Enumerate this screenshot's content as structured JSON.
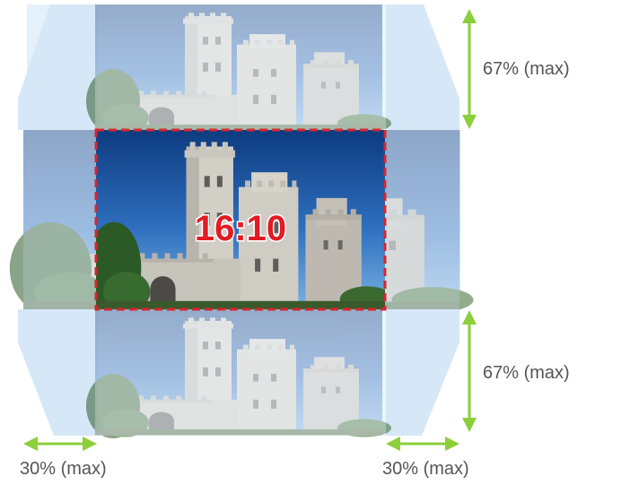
{
  "center_label": "16:10",
  "labels": {
    "top_right": "67% (max)",
    "bottom_right": "67% (max)",
    "bottom_left": "30% (max)",
    "bottom_mid": "30% (max)"
  },
  "colors": {
    "sky_top": "#0e3f86",
    "sky_bottom": "#6aa6dc",
    "wash": "#dcecf8",
    "panel_fade": "#cfe4f6",
    "castle": "#c9c6bf",
    "castle_shadow": "#9a978f",
    "tree": "#2f5d2a",
    "dash_frame": "#d7262e",
    "arrow": "#8ccf3c",
    "label_text": "#555555",
    "ratio_fill": "#e21b23"
  }
}
